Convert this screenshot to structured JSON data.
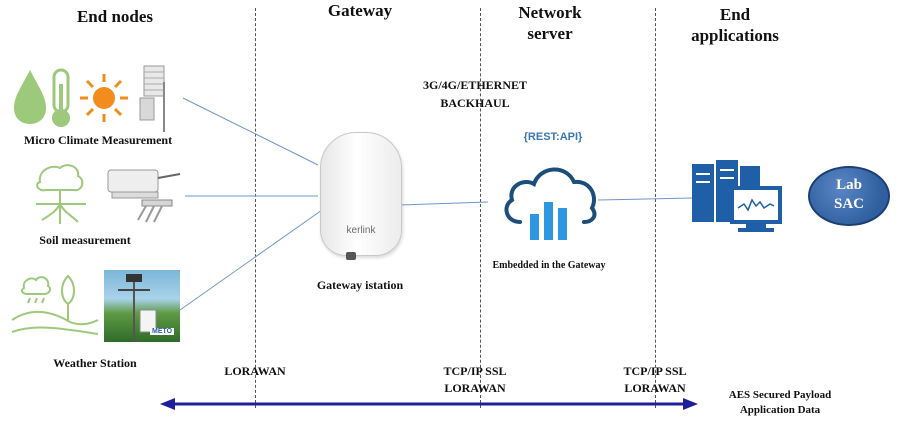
{
  "columns": {
    "end_nodes": "End nodes",
    "gateway": "Gateway",
    "network_server_l1": "Network",
    "network_server_l2": "server",
    "end_apps_l1": "End",
    "end_apps_l2": "applications"
  },
  "nodes": {
    "micro_climate": "Micro Climate Measurement",
    "soil": "Soil measurement",
    "weather": "Weather Station",
    "meteo_sign": "METO"
  },
  "gateway": {
    "label": "Gateway istation",
    "brand": "kerlink"
  },
  "backhaul": {
    "line1": "3G/4G/ETHERNET",
    "line2": "BACKHAUL"
  },
  "server": {
    "api_label": "{REST:API}",
    "embedded": "Embedded in the Gateway"
  },
  "app": {
    "lab_l1": "Lab",
    "lab_l2": "SAC"
  },
  "protocols": {
    "p1": "LORAWAN",
    "p2_l1": "TCP/IP SSL",
    "p2_l2": "LORAWAN",
    "p3_l1": "TCP/IP SSL",
    "p3_l2": "LORAWAN",
    "p4_l1": "AES Secured Payload",
    "p4_l2": "Application Data"
  },
  "colors": {
    "connector": "#6f95c9",
    "arrow": "#1f1f99",
    "cloud_icon": "#1c4e7a",
    "bars": "#2f96e0",
    "plant_green": "#9dc97a",
    "sun": "#f28c1c",
    "server_blue": "#1e5fa8",
    "lab_badge": "#2f5fa0"
  },
  "icons": [
    "water-drop-icon",
    "thermometer-icon",
    "sun-icon",
    "weather-shelter-icon",
    "tree-roots-icon",
    "soil-sensor-icon",
    "rain-cloud-icon",
    "landscape-icon",
    "weather-station-photo",
    "gateway-device",
    "cloud-chart-icon",
    "server-rack-icon",
    "monitor-icon",
    "lab-sac-badge"
  ]
}
